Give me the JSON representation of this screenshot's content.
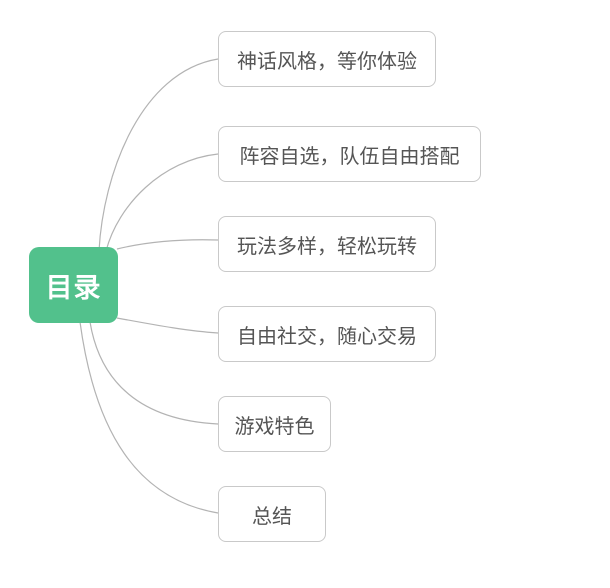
{
  "diagram": {
    "type": "mindmap",
    "root": {
      "label": "目录"
    },
    "branches": [
      {
        "label": "神话风格，等你体验"
      },
      {
        "label": "阵容自选，队伍自由搭配"
      },
      {
        "label": "玩法多样，轻松玩转"
      },
      {
        "label": "自由社交，随心交易"
      },
      {
        "label": "游戏特色"
      },
      {
        "label": "总结"
      }
    ]
  },
  "colors": {
    "root_bg": "#52c18c",
    "root_text": "#ffffff",
    "branch_bg": "#ffffff",
    "branch_border": "#c9c9c9",
    "branch_text": "#555555",
    "connector": "#b3b3b3",
    "canvas_bg": "#ffffff"
  }
}
